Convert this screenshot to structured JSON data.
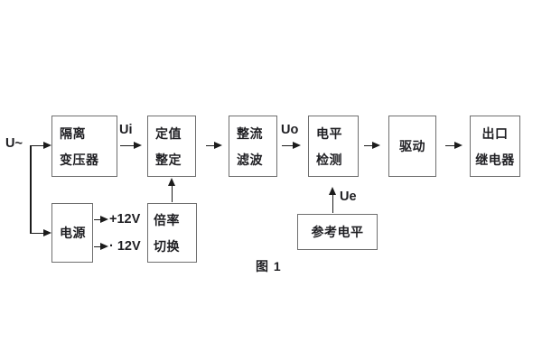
{
  "diagram": {
    "caption": "图 1",
    "source_label": "U~",
    "signals": {
      "ui": "Ui",
      "uo": "Uo",
      "ue": "Ue",
      "rail_positive": "+12V",
      "rail_negative": "· 12V"
    },
    "blocks": {
      "isolation_transformer": {
        "lines": [
          "隔离",
          "变压器"
        ]
      },
      "setting_adjustment": {
        "lines": [
          "定值",
          "整定"
        ]
      },
      "rectifier_filter": {
        "lines": [
          "整流",
          "滤波"
        ]
      },
      "level_detection": {
        "lines": [
          "电平",
          "检测"
        ]
      },
      "driver": {
        "label": "驱动"
      },
      "output_relay": {
        "lines": [
          "出口",
          "继电器"
        ]
      },
      "power_supply": {
        "label": "电源"
      },
      "ratio_switch": {
        "lines": [
          "倍率",
          "切换"
        ]
      },
      "reference_level": {
        "label": "参考电平"
      }
    },
    "colors": {
      "background": "#ffffff",
      "box_border": "#6e6e6e",
      "text": "#1f1f23",
      "arrow": "#1c1c1c"
    }
  }
}
